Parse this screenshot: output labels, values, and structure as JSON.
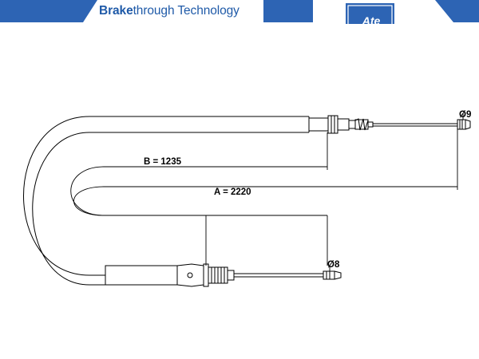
{
  "header": {
    "brand_bold": "Brake",
    "brand_rest": "through Technology",
    "logo_text": "Ate",
    "brand_color": "#1f5aa8",
    "logo_bg": "#2d64b4",
    "logo_fg": "#ffffff"
  },
  "diagram": {
    "dimension_b": "B = 1235",
    "dimension_a": "A = 2220",
    "diameter_top": "Ø9",
    "diameter_bottom": "Ø8",
    "line_color": "#000000"
  }
}
